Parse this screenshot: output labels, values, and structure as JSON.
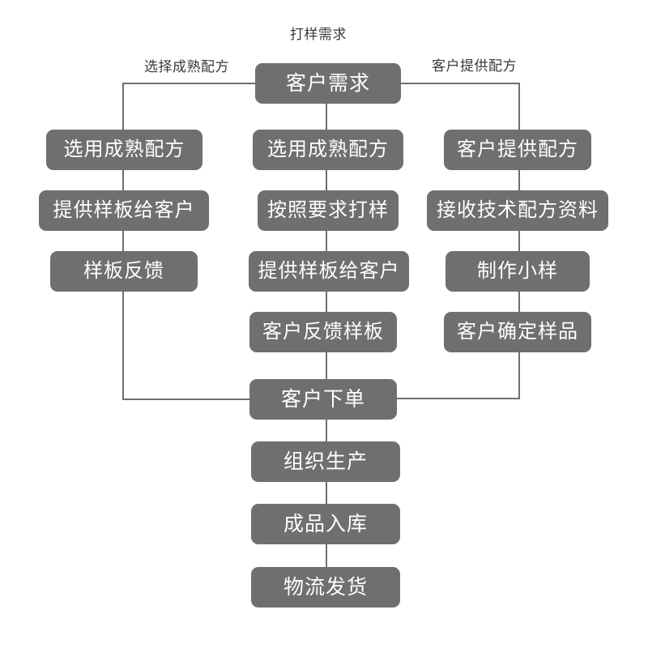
{
  "diagram": {
    "title_label": "打样需求",
    "branch_label_left": "选择成熟配方",
    "branch_label_right": "客户提供配方",
    "colors": {
      "node_fill": "#6f6f6f",
      "node_text": "#ffffff",
      "edge_line": "#6f6f6f",
      "label_text": "#3a3a3a",
      "background": "#ffffff"
    },
    "root": {
      "label": "客户需求"
    },
    "columns": {
      "left": [
        {
          "label": "选用成熟配方"
        },
        {
          "label": "提供样板给客户"
        },
        {
          "label": "样板反馈"
        }
      ],
      "middle": [
        {
          "label": "选用成熟配方"
        },
        {
          "label": "按照要求打样"
        },
        {
          "label": "提供样板给客户"
        },
        {
          "label": "客户反馈样板"
        }
      ],
      "right": [
        {
          "label": "客户提供配方"
        },
        {
          "label": "接收技术配方资料"
        },
        {
          "label": "制作小样"
        },
        {
          "label": "客户确定样品"
        }
      ]
    },
    "merge": {
      "label": "客户下单"
    },
    "tail": [
      {
        "label": "组织生产"
      },
      {
        "label": "成品入库"
      },
      {
        "label": "物流发货"
      }
    ]
  }
}
